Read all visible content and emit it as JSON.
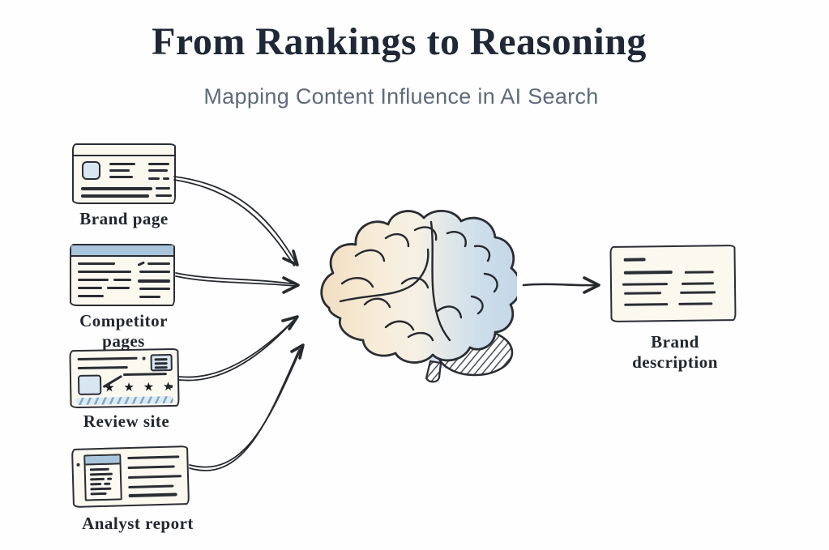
{
  "header": {
    "title": "From Rankings to Reasoning",
    "subtitle": "Mapping Content Influence in AI Search"
  },
  "diagram": {
    "sources": [
      {
        "label": "Brand page",
        "icon": "browser-page-icon"
      },
      {
        "label": "Competitor pages",
        "icon": "browser-list-page-icon"
      },
      {
        "label": "Review site",
        "icon": "review-card-icon",
        "stars_text": "★ ★ ★ ★",
        "rating_stars": 4
      },
      {
        "label": "Analyst report",
        "icon": "report-document-icon"
      }
    ],
    "processor": {
      "icon": "brain-illustration"
    },
    "output": {
      "label": "Brand description",
      "icon": "text-card-icon"
    }
  },
  "colors": {
    "ink": "#2a2d33",
    "title_text": "#1e2836",
    "subtitle_text": "#5d6b7a",
    "card_paper": "#fbf8f0",
    "accent_blue": "#a9c5dc",
    "light_blue_fill": "#d8e6f2",
    "brain_warm": "#f2e0c2",
    "brain_cool": "#c7d8e7"
  }
}
